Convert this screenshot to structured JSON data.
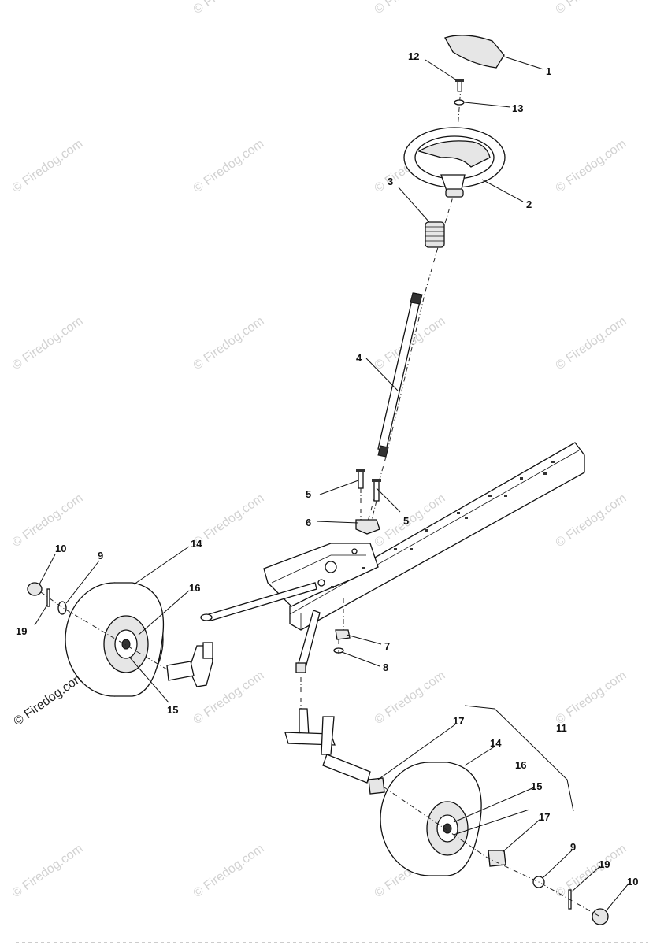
{
  "watermark": "© Firedog.com",
  "callouts": [
    {
      "id": "1",
      "label": "1"
    },
    {
      "id": "2",
      "label": "2"
    },
    {
      "id": "3",
      "label": "3"
    },
    {
      "id": "4",
      "label": "4"
    },
    {
      "id": "5a",
      "label": "5"
    },
    {
      "id": "5b",
      "label": "5"
    },
    {
      "id": "6",
      "label": "6"
    },
    {
      "id": "7",
      "label": "7"
    },
    {
      "id": "8",
      "label": "8"
    },
    {
      "id": "9a",
      "label": "9"
    },
    {
      "id": "9b",
      "label": "9"
    },
    {
      "id": "10a",
      "label": "10"
    },
    {
      "id": "10b",
      "label": "10"
    },
    {
      "id": "11",
      "label": "11"
    },
    {
      "id": "12",
      "label": "12"
    },
    {
      "id": "13",
      "label": "13"
    },
    {
      "id": "14a",
      "label": "14"
    },
    {
      "id": "14b",
      "label": "14"
    },
    {
      "id": "15a",
      "label": "15"
    },
    {
      "id": "15b",
      "label": "15"
    },
    {
      "id": "16a",
      "label": "16"
    },
    {
      "id": "16b",
      "label": "16"
    },
    {
      "id": "17a",
      "label": "17"
    },
    {
      "id": "17b",
      "label": "17"
    },
    {
      "id": "19a",
      "label": "19"
    },
    {
      "id": "19b",
      "label": "19"
    }
  ]
}
